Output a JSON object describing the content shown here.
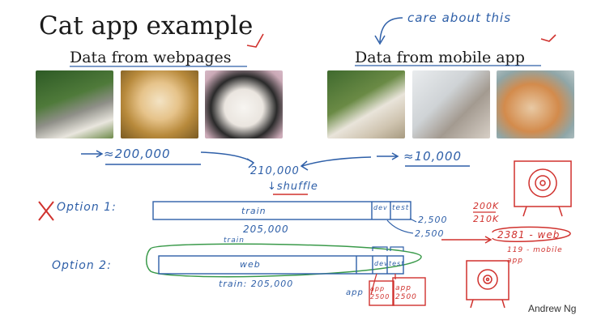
{
  "slide": {
    "title": "Cat app example",
    "left_header": "Data from webpages",
    "right_header": "Data from mobile app",
    "author": "Andrew Ng"
  },
  "annotations": {
    "care_about_this": "care about this",
    "web_count": "≈200,000",
    "app_count": "≈10,000",
    "total": "210,000",
    "shuffle": "shuffle",
    "option1": "Option 1:",
    "option2": "Option 2:",
    "o1_train": "train",
    "o1_dev": "dev",
    "o1_test": "test",
    "o1_train_size": "205,000",
    "o1_test_size": "2,500",
    "o1_dev_size": "2,500",
    "ratio_top": "200K",
    "ratio_bottom": "210K",
    "dev_web": "2381 - web",
    "dev_mobile": "119 - mobile app",
    "o2_train_top": "train",
    "o2_web": "web",
    "o2_dev": "dev",
    "o2_test": "test",
    "o2_train_size": "train: 205,000",
    "o2_app": "app",
    "o2_app_dev": "app 2500",
    "o2_app_test": "app 2500",
    "o2_app_label": "app"
  },
  "colors": {
    "ink_blue": "#2e5fa8",
    "ink_red": "#d0312d",
    "ink_green": "#3a9a4a"
  }
}
